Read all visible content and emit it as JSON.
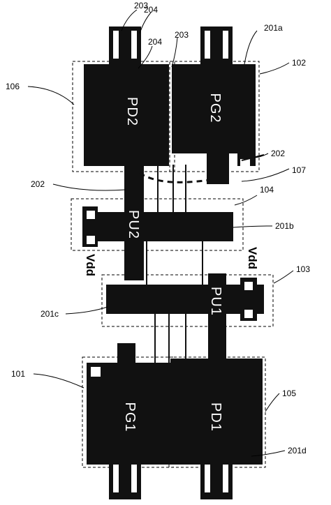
{
  "devices": {
    "pd2": "PD2",
    "pg2": "PG2",
    "pu2": "PU2",
    "pu1": "PU1",
    "pg1": "PG1",
    "pd1": "PD1"
  },
  "supply": {
    "left": "Vdd",
    "right": "Vdd"
  },
  "labels": {
    "l203_top": "203",
    "l204_top": "204",
    "l204_mid": "204",
    "l203_mid": "203",
    "l201a": "201a",
    "l102": "102",
    "l106": "106",
    "l202_right": "202",
    "l107": "107",
    "l202_left": "202",
    "l104": "104",
    "l201b": "201b",
    "l103": "103",
    "l201c": "201c",
    "l101": "101",
    "l105": "105",
    "l201d": "201d"
  },
  "colors": {
    "metal": "#111111",
    "background": "#ffffff",
    "outline": "#000000"
  }
}
